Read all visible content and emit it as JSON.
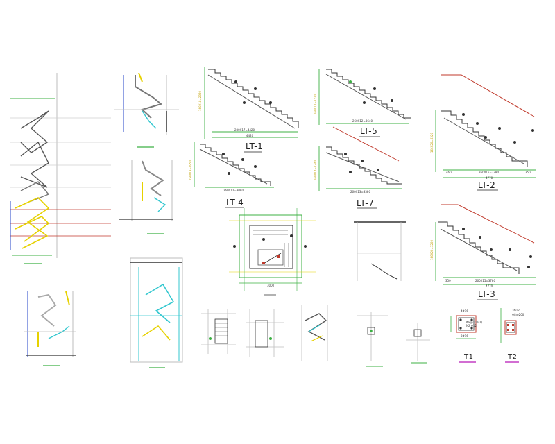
{
  "drawing": {
    "stair_titles": {
      "lt1": "LT-1",
      "lt2": "LT-2",
      "lt3": "LT-3",
      "lt4": "LT-4",
      "lt5": "LT-5",
      "lt7": "LT-7"
    },
    "section_titles": {
      "t1": "T1",
      "t2": "T2"
    },
    "dimensions": {
      "lt1_run": "280X17=4420",
      "lt1_total": "4420",
      "lt1_rise": "160X18=2880",
      "lt4_run": "260X12=3080",
      "lt4_rise": "150X13=1950",
      "lt5_run": "260X12=3640",
      "lt5_rise": "160X17=2720",
      "lt7_run": "260X13=3380",
      "lt7_rise": "160X14=2240",
      "lt2_run": "260X15=3780",
      "lt2_left": "460",
      "lt2_right": "350",
      "lt2_total": "4770",
      "lt2_rise": "166X20=3320",
      "lt3_run": "260X15=3780",
      "lt3_left": "350",
      "lt3_total": "4770",
      "lt3_rise": "160X20=3200",
      "plan_width": "3000"
    },
    "section_notes": {
      "t1_top": "4Φ16",
      "t1_bottom": "3Φ16",
      "t1_stirrup": "Φ8@100(2)",
      "t1_side": "N2 Φ12",
      "t2_top": "2Φ12",
      "t2_stirrup": "Φ8@200"
    },
    "colors": {
      "line_white": "#bdbdbd",
      "line_green": "#3cb043",
      "line_yellow": "#e6d100",
      "line_cyan": "#33c7cf",
      "line_red": "#c0392b",
      "line_magenta": "#c33fc3",
      "line_blue": "#2646c9",
      "ink_dark": "#333333"
    }
  }
}
